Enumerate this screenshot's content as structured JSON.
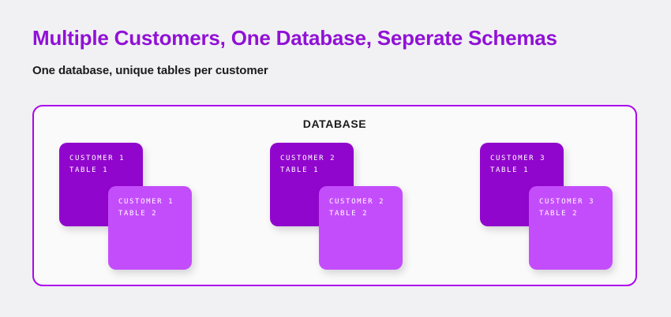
{
  "header": {
    "title": "Multiple Customers, One Database, Seperate Schemas",
    "subtitle": "One database, unique tables per customer",
    "title_color": "#9111d6",
    "subtitle_color": "#1b1b1b"
  },
  "diagram": {
    "container_label": "DATABASE",
    "container_border_color": "#ab07ec",
    "container_fill_color": "#fafafa",
    "page_background_color": "#f1f1f3",
    "card_back_color": "#9106cd",
    "card_front_color": "#c44dfb",
    "card_text_color": "#ffffff",
    "groups": [
      {
        "back_card": {
          "line1": "CUSTOMER 1",
          "line2": "TABLE 1"
        },
        "front_card": {
          "line1": "CUSTOMER 1",
          "line2": "TABLE 2"
        }
      },
      {
        "back_card": {
          "line1": "CUSTOMER 2",
          "line2": "TABLE 1"
        },
        "front_card": {
          "line1": "CUSTOMER 2",
          "line2": "TABLE 2"
        }
      },
      {
        "back_card": {
          "line1": "CUSTOMER 3",
          "line2": "TABLE 1"
        },
        "front_card": {
          "line1": "CUSTOMER 3",
          "line2": "TABLE 2"
        }
      }
    ]
  }
}
